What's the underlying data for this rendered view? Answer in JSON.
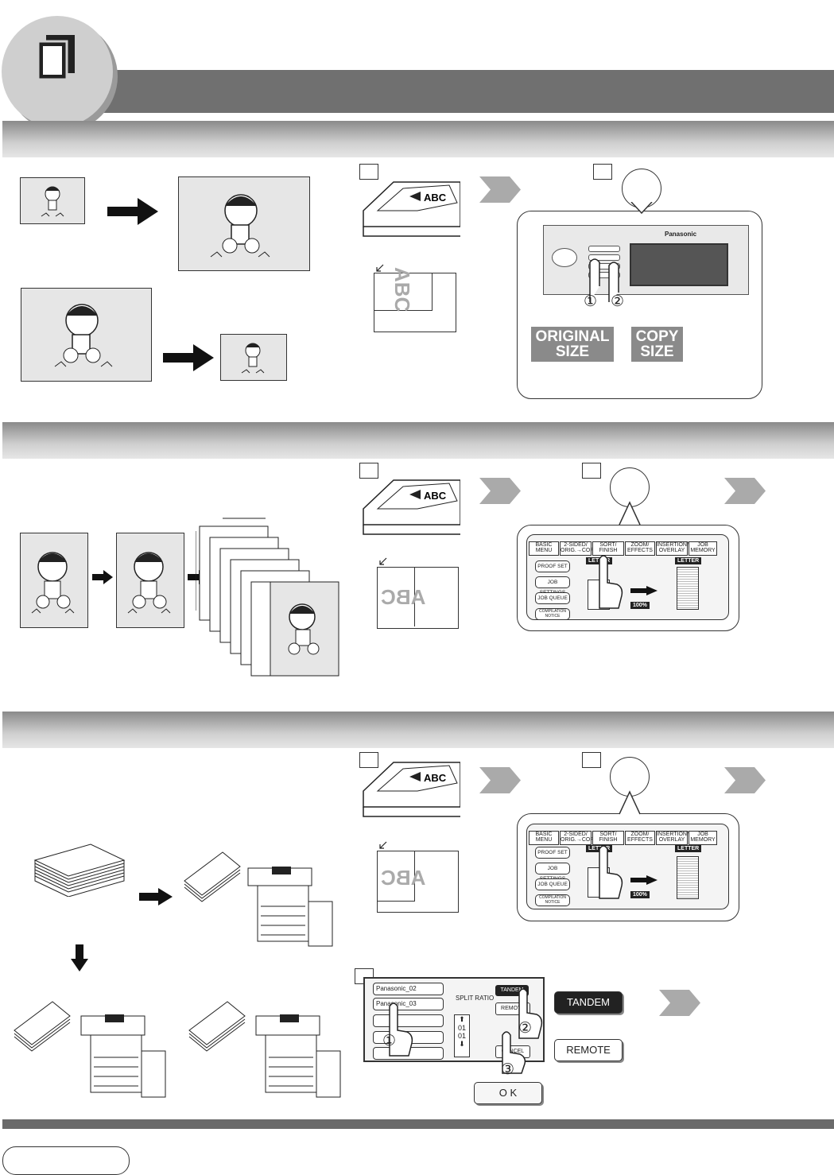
{
  "colors": {
    "band": "#707070",
    "page_fill": "#e6e6e6",
    "label_fill": "#8a8a8a",
    "chevron": "#aaaaaa"
  },
  "section1": {
    "brand": "Panasonic",
    "label_original": "ORIGINAL SIZE",
    "label_copy": "COPY SIZE",
    "doc_text": "ABC",
    "markers": [
      "①",
      "②"
    ]
  },
  "section2": {
    "tabs": [
      "BASIC MENU",
      "2-SIDED/ ORIG.→COPY",
      "SORT/ FINISH",
      "ZOOM/ EFFECTS",
      "INSERTION/ OVERLAY",
      "JOB MEMORY"
    ],
    "left_buttons": [
      "PROOF SET",
      "JOB SETTINGS",
      "JOB QUEUE",
      "COMPILATION NOTICE"
    ],
    "paper_left": "LETTER",
    "paper_right": "LETTER",
    "zoom": "100%",
    "doc_text": "ABC"
  },
  "section3": {
    "tabs": [
      "BASIC MENU",
      "2-SIDED/ ORIG.→COPY",
      "SORT/ FINISH",
      "ZOOM/ EFFECTS",
      "INSERTION/ OVERLAY",
      "JOB MEMORY"
    ],
    "left_buttons": [
      "PROOF SET",
      "JOB SETTINGS",
      "JOB QUEUE",
      "COMPILATION NOTICE"
    ],
    "paper_left": "LETTER",
    "paper_right": "LETTER",
    "zoom": "100%",
    "doc_text": "ABC",
    "tandem": {
      "list": [
        "Panasonic_02",
        "Panasonic_03"
      ],
      "split_ratio_label": "SPLIT RATIO",
      "ratio_top": "01",
      "ratio_bottom": "01",
      "btn_tandem": "TANDEM",
      "btn_remote": "REMOTE",
      "btn_cancel": "CANCEL",
      "markers": [
        "①",
        "②",
        "③"
      ]
    },
    "btn_tandem_large": "TANDEM",
    "btn_remote_large": "REMOTE",
    "btn_ok": "O K"
  }
}
